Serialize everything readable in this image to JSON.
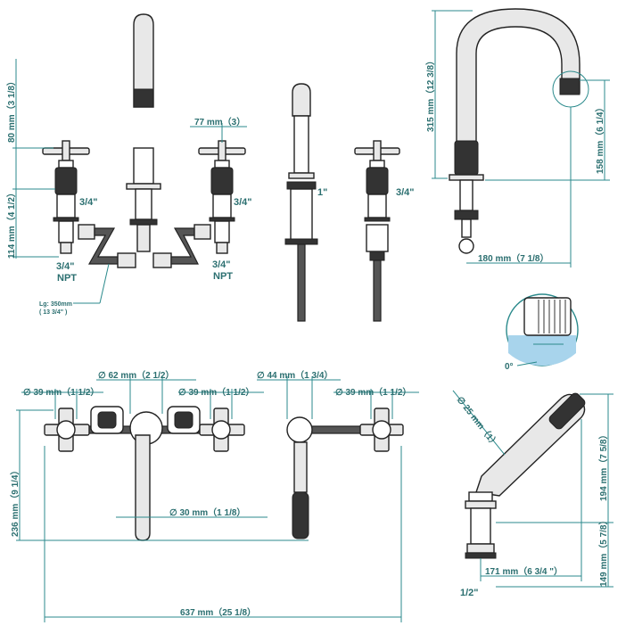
{
  "labels": {
    "top_left_80mm": "80 mm（3 1/8）",
    "top_left_114mm": "114 mm（4 1/2）",
    "top_77mm": "77 mm（3）",
    "size_34_a": "3/4\"",
    "size_34_b": "3/4\"",
    "size_34_c": "3/4\"",
    "npt_34_left": "3/4\"",
    "npt_left": "NPT",
    "npt_34_right": "3/4\"",
    "npt_right": "NPT",
    "hose_lg": "Lg: 350mm",
    "hose_lg_in": "( 13 3/4\" )",
    "size_1in": "1\"",
    "spout_315": "315 mm（12 3/8）",
    "spout_158": "158 mm（6 1/4）",
    "spout_180": "180 mm（7 1/8）",
    "angle_0": "0°",
    "front_39_left": "∅ 39 mm（1 1/2）",
    "front_62": "∅ 62 mm（2 1/2）",
    "front_39_mid": "∅ 39 mm（1 1/2）",
    "front_44": "∅ 44 mm（1 3/4）",
    "front_39_right": "∅ 39 mm（1 1/2）",
    "front_236": "236 mm（9 1/4）",
    "front_30": "∅ 30 mm（1 1/8）",
    "front_637": "637 mm（25 1/8）",
    "hand_25": "∅ 25 mm（1）",
    "hand_194": "194 mm（7 5/8）",
    "hand_149": "149 mm（5 7/8）",
    "hand_171": "171 mm（6 3/4 \"）",
    "hand_12": "1/2\""
  }
}
